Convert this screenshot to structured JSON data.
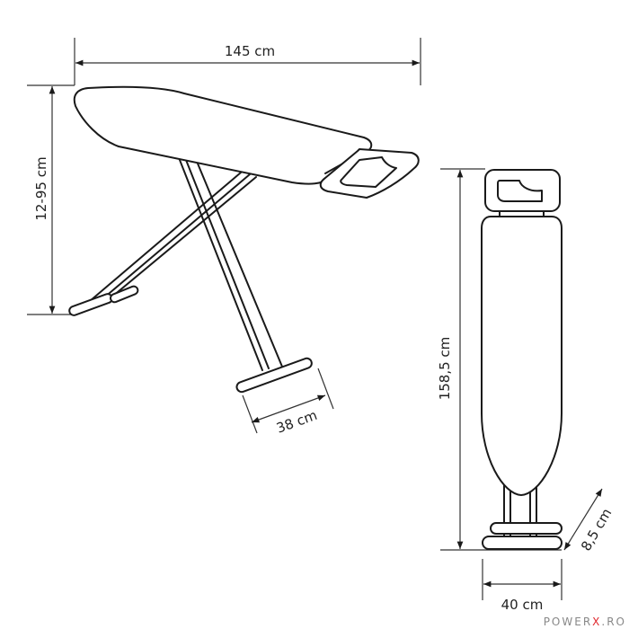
{
  "dimensions": {
    "length": "145 cm",
    "height": "12-95 cm",
    "leg_width": "38 cm",
    "folded_height": "158,5 cm",
    "folded_width": "40 cm",
    "folded_depth": "8,5 cm"
  },
  "watermark": {
    "prefix": "POWER",
    "mark": "X",
    "suffix": ".RO",
    "mark_color": "#e0282e"
  },
  "colors": {
    "line": "#1a1a1a",
    "background": "#ffffff"
  }
}
